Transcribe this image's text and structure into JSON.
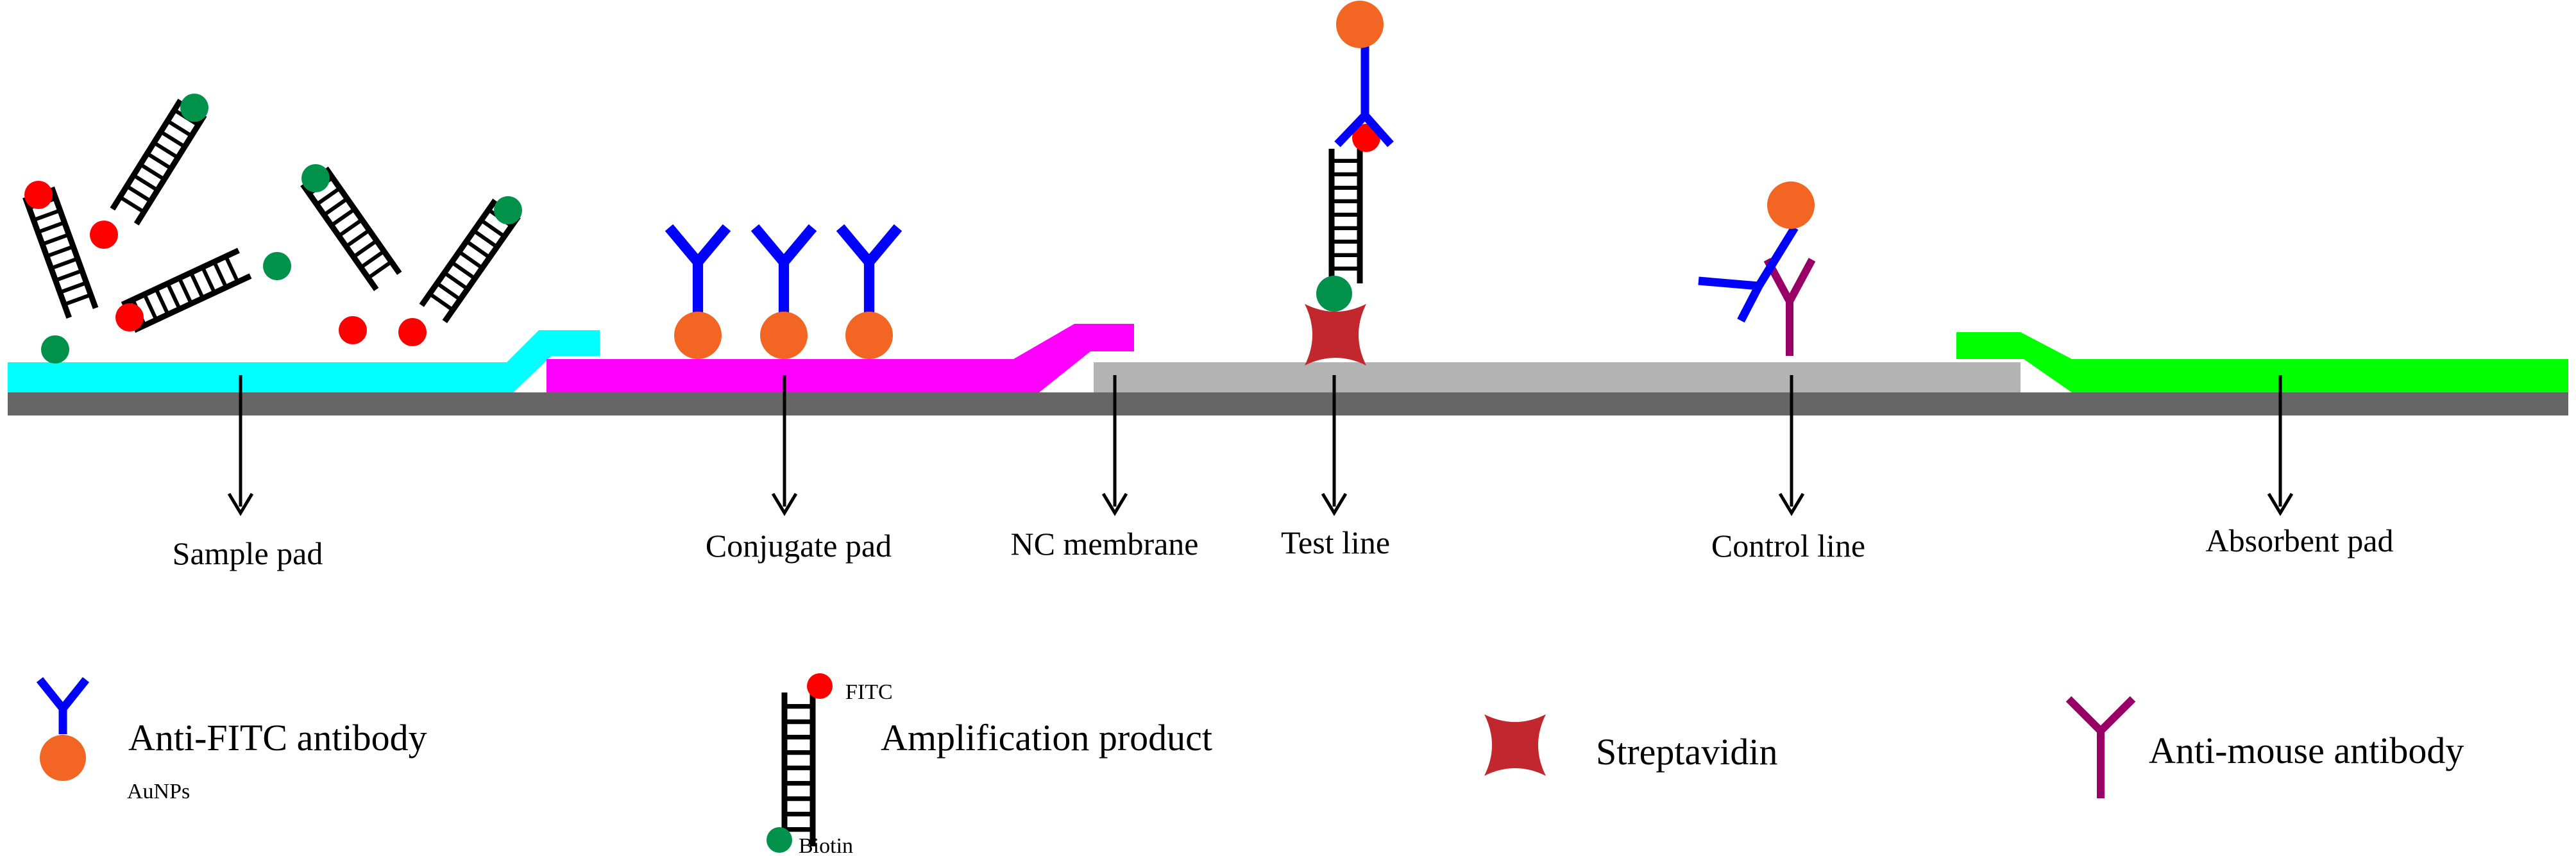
{
  "colors": {
    "sample_pad": "#00FFFF",
    "conjugate_pad": "#FF00FF",
    "nc_membrane": "#B3B3B3",
    "absorbent_pad": "#00FF00",
    "backing": "#666666",
    "antibody_blue": "#0000FF",
    "antibody_purple": "#990066",
    "aunp_orange": "#F26522",
    "fitc_red": "#FF0000",
    "biotin_green": "#00924A",
    "streptavidin": "#C1272D"
  },
  "strip_labels": {
    "sample_pad": "Sample pad",
    "conjugate_pad": "Conjugate pad",
    "nc_membrane": "NC membrane",
    "test_line": "Test line",
    "control_line": "Control line",
    "absorbent_pad": "Absorbent pad"
  },
  "legend": {
    "anti_fitc": "Anti-FITC antibody",
    "aunps": "AuNPs",
    "amplification": "Amplification product",
    "fitc": "FITC",
    "biotin": "Biotin",
    "streptavidin": "Streptavidin",
    "anti_mouse": "Anti-mouse antibody"
  },
  "icons": {
    "antibody": "y-shaped-antibody-icon",
    "aunp": "orange-circle-icon",
    "dna": "ladder-icon",
    "streptavidin": "cross-shape-icon"
  }
}
